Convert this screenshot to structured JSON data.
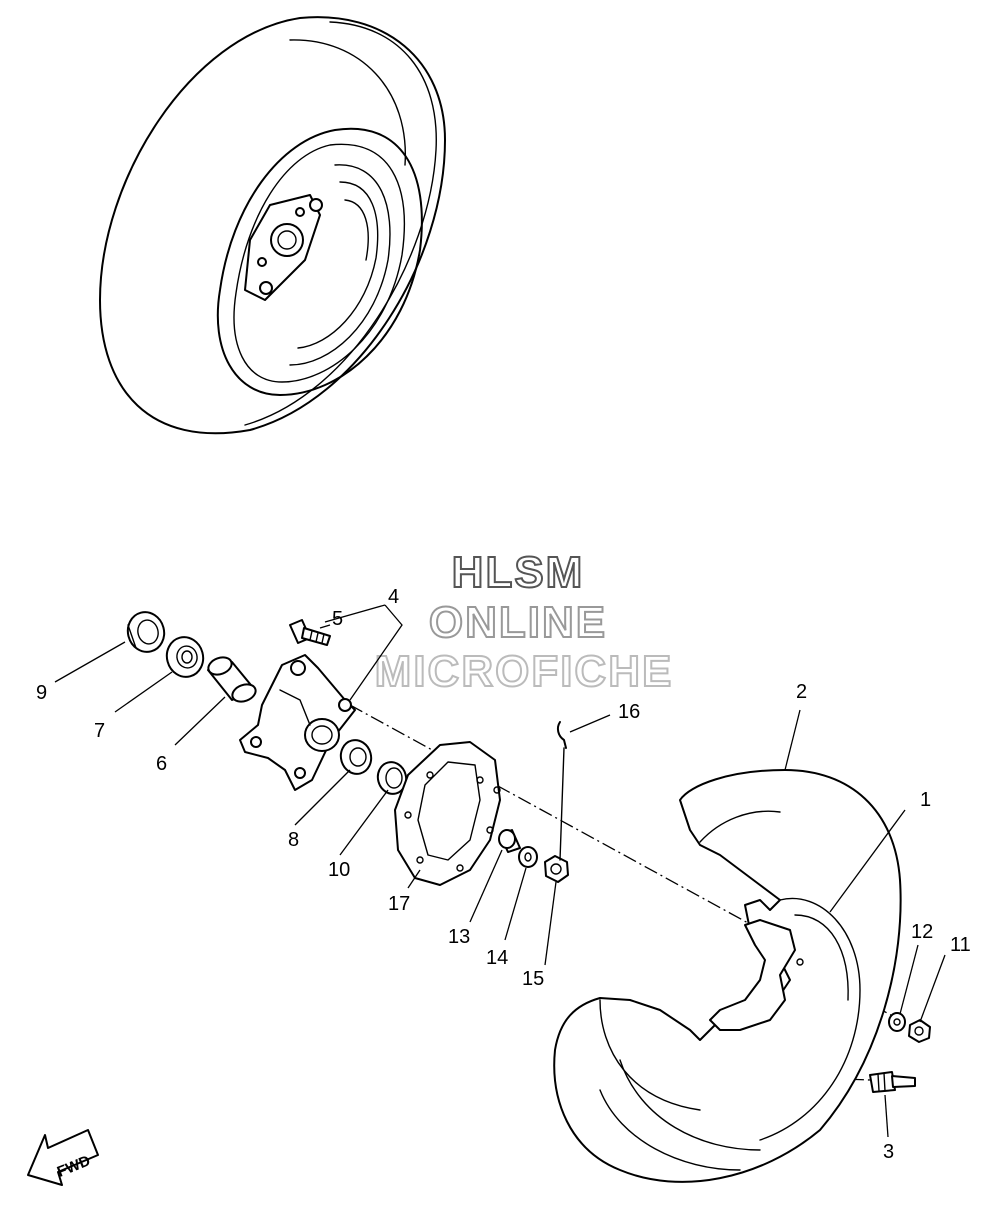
{
  "watermark": {
    "line1": "HLSM",
    "line2": "ONLINE",
    "line3": "MICROFICHE"
  },
  "direction_marker": "FWD",
  "callouts": [
    {
      "key": "c1",
      "label": "1"
    },
    {
      "key": "c2",
      "label": "2"
    },
    {
      "key": "c3",
      "label": "3"
    },
    {
      "key": "c4",
      "label": "4"
    },
    {
      "key": "c5",
      "label": "5"
    },
    {
      "key": "c6",
      "label": "6"
    },
    {
      "key": "c7",
      "label": "7"
    },
    {
      "key": "c8",
      "label": "8"
    },
    {
      "key": "c9",
      "label": "9"
    },
    {
      "key": "c10",
      "label": "10"
    },
    {
      "key": "c11",
      "label": "11"
    },
    {
      "key": "c12",
      "label": "12"
    },
    {
      "key": "c13",
      "label": "13"
    },
    {
      "key": "c14",
      "label": "14"
    },
    {
      "key": "c15",
      "label": "15"
    },
    {
      "key": "c16",
      "label": "16"
    },
    {
      "key": "c17",
      "label": "17"
    }
  ]
}
